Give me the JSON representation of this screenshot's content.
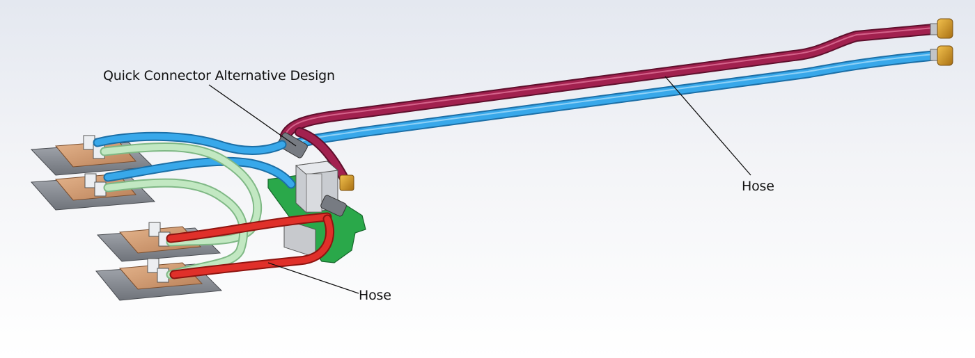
{
  "labels": {
    "quick_connector": "Quick Connector Alternative Design",
    "hose_right": "Hose",
    "hose_bottom": "Hose"
  },
  "colors": {
    "hose_maroon": "#9a1c48",
    "hose_blue": "#2e9ee0",
    "hose_light_green": "#b9e2b9",
    "hose_red": "#d9231e",
    "coldplate_copper": "#d6a27a",
    "coldplate_frame": "#8e9299",
    "pcb_green": "#2aa84a",
    "fitting_gold": "#d49a24",
    "connector_grey": "#b9bcc2"
  }
}
